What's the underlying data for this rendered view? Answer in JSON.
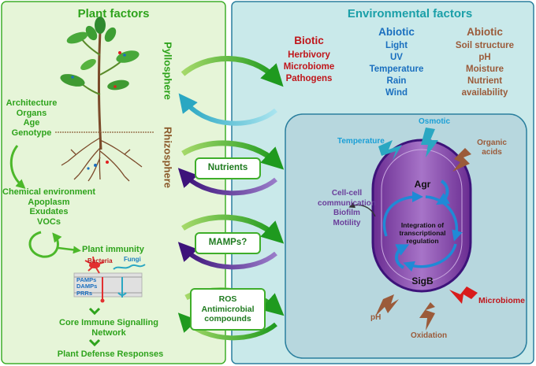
{
  "panels": {
    "plant_title": "Plant factors",
    "env_title": "Environmental factors"
  },
  "zones": {
    "phyllo": "Pyllosphere",
    "rhizo": "Rhizosphere"
  },
  "plant_traits": [
    "Architecture",
    "Organs",
    "Age",
    "Genotype"
  ],
  "chem_env": [
    "Chemical environment",
    "Apoplasm",
    "Exudates",
    "VOCs"
  ],
  "immunity": {
    "title": "Plant immunity",
    "bacteria": "Bacteria",
    "fungi": "Fungi",
    "pattern_labels": [
      "PAMPs",
      "DAMPs",
      "PRRs"
    ],
    "core": [
      "Core Immune Signalling",
      "Network"
    ],
    "defense": "Plant Defense Responses"
  },
  "center_boxes": {
    "nutrients": "Nutrients",
    "mamps": "MAMPs?",
    "ros": [
      "ROS",
      "Antimicrobial",
      "compounds"
    ]
  },
  "biotic": {
    "title": "Biotic",
    "items": [
      "Herbivory",
      "Microbiome",
      "Pathogens"
    ]
  },
  "abiotic_1": {
    "title": "Abiotic",
    "items": [
      "Light",
      "UV",
      "Temperature",
      "Rain",
      "Wind"
    ]
  },
  "abiotic_2": {
    "title": "Abiotic",
    "items": [
      "Soil structure",
      "pH",
      "Moisture",
      "Nutrient",
      "availability"
    ]
  },
  "cell": {
    "signals": {
      "temperature": "Temperature",
      "osmotic": "Osmotic",
      "organic_acids": [
        "Organic",
        "acids"
      ],
      "microbiome": "Microbiome",
      "ph": "pH",
      "oxidation": "Oxidation"
    },
    "agr": "Agr",
    "sigb": "SigB",
    "integration": [
      "Integration of",
      "transcriptional",
      "regulation"
    ],
    "outputs": [
      "Cell-cell",
      "communication",
      "Biofilm",
      "Motility"
    ]
  },
  "colors": {
    "plant_bg": "#e6f5d8",
    "env_bg": "#c9e9ea",
    "green": "#2ea31c",
    "purple_cell": "#8a4bb0",
    "arrow_teal": "#3ab7c8",
    "arrow_purple": "#4b1f8c"
  }
}
